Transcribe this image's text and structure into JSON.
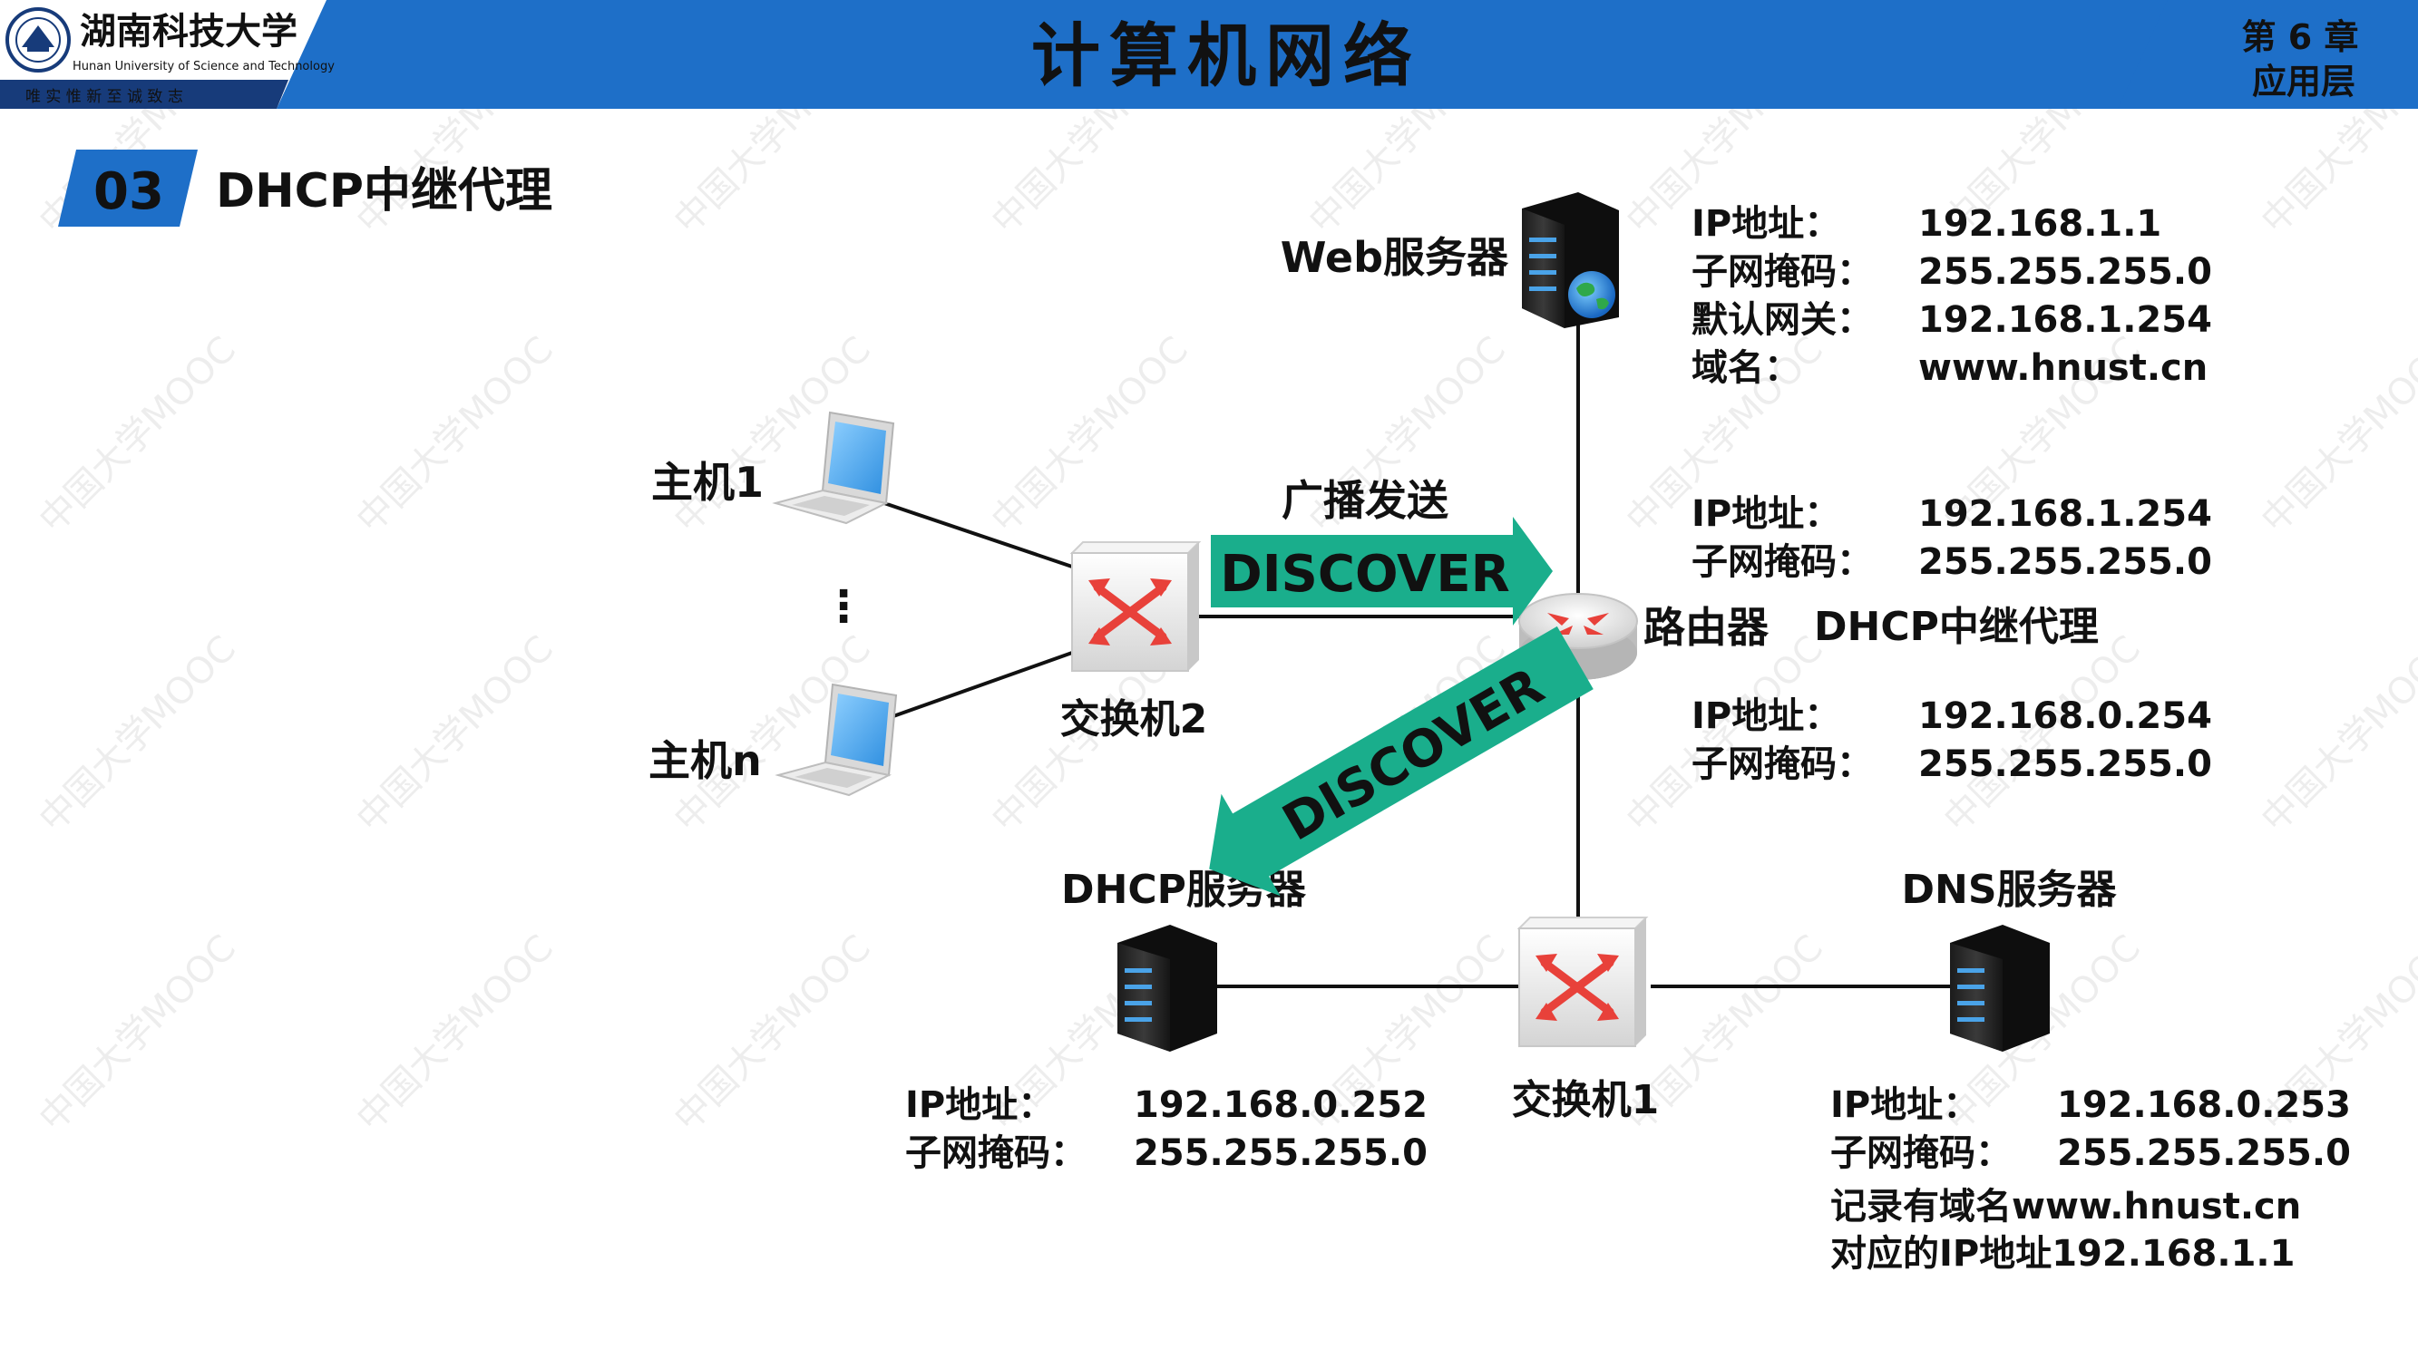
{
  "header": {
    "university_name_cn": "湖南科技大学",
    "university_name_en": "Hunan University of Science and Technology",
    "motto": "唯 实 惟 新     至 诚 致 志",
    "course_title": "计算机网络",
    "chapter": "第 6 章",
    "chapter_name": "应用层",
    "colors": {
      "header_blue": "#1E6FC8",
      "accent_red": "#E8413A",
      "arrow_green": "#1AAE8C"
    }
  },
  "section": {
    "number": "03",
    "title": "DHCP中继代理"
  },
  "watermark": "中国大学MOOC",
  "icons": {
    "logo": "university-seal-icon",
    "laptop": "laptop-icon",
    "switch": "switch-icon",
    "router": "router-icon",
    "server": "server-tower-icon",
    "globe": "globe-icon"
  },
  "nodes": {
    "web_server": {
      "label": "Web服务器",
      "info": [
        {
          "key": "IP地址：",
          "value": "192.168.1.1"
        },
        {
          "key": "子网掩码：",
          "value": "255.255.255.0"
        },
        {
          "key": "默认网关：",
          "value": "192.168.1.254"
        },
        {
          "key": "域名：",
          "value": "www.hnust.cn"
        }
      ]
    },
    "router": {
      "label": "路由器",
      "role": "DHCP中继代理",
      "upper_info": [
        {
          "key": "IP地址：",
          "value": "192.168.1.254"
        },
        {
          "key": "子网掩码：",
          "value": "255.255.255.0"
        }
      ],
      "lower_info": [
        {
          "key": "IP地址：",
          "value": "192.168.0.254"
        },
        {
          "key": "子网掩码：",
          "value": "255.255.255.0"
        }
      ]
    },
    "host1": {
      "label": "主机1"
    },
    "hostn": {
      "label": "主机n"
    },
    "ellipsis": "⋮",
    "switch2": {
      "label": "交换机2"
    },
    "switch1": {
      "label": "交换机1"
    },
    "dhcp_server": {
      "label": "DHCP服务器",
      "info": [
        {
          "key": "IP地址：",
          "value": "192.168.0.252"
        },
        {
          "key": "子网掩码：",
          "value": "255.255.255.0"
        }
      ]
    },
    "dns_server": {
      "label": "DNS服务器",
      "info": [
        {
          "key": "IP地址：",
          "value": "192.168.0.253"
        },
        {
          "key": "子网掩码：",
          "value": "255.255.255.0"
        }
      ],
      "note_line1": "记录有域名www.hnust.cn",
      "note_line2": "对应的IP地址192.168.1.1"
    }
  },
  "arrows": {
    "broadcast_label": "广播发送",
    "discover_to_router": "DISCOVER",
    "discover_to_dhcp": "DISCOVER"
  }
}
